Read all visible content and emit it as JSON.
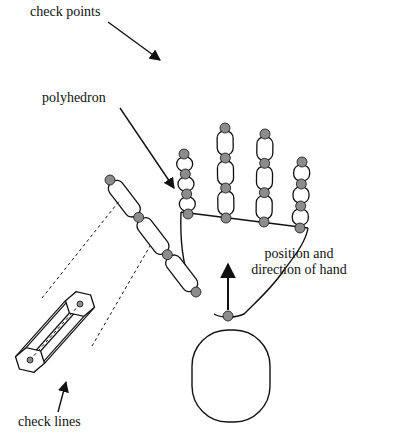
{
  "diagram": {
    "labels": [
      "check points",
      "polyhedron",
      "position and direction of hand",
      "check lines"
    ]
  }
}
